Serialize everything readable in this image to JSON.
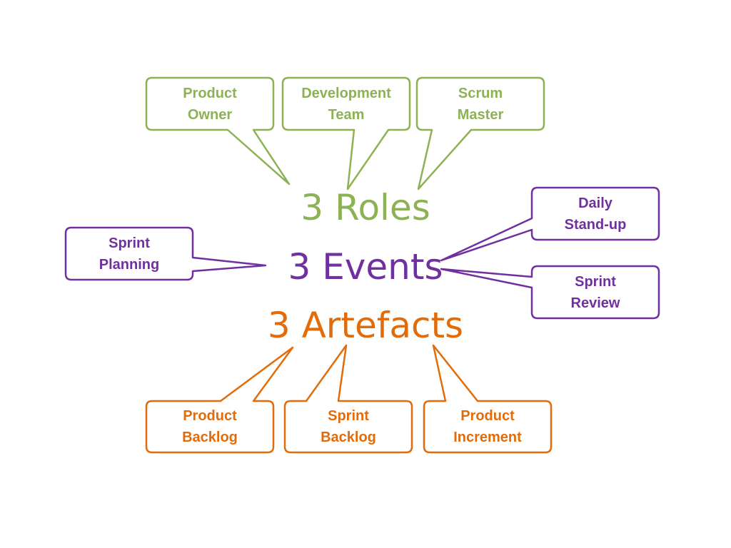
{
  "colors": {
    "roles": "#8DB255",
    "events": "#7030A0",
    "artefacts": "#E36C0A",
    "background": "#ffffff"
  },
  "titles": {
    "roles": "3 Roles",
    "events": "3 Events",
    "artefacts": "3 Artefacts"
  },
  "roles": {
    "product_owner": {
      "line1": "Product",
      "line2": "Owner"
    },
    "development_team": {
      "line1": "Development",
      "line2": "Team"
    },
    "scrum_master": {
      "line1": "Scrum",
      "line2": "Master"
    }
  },
  "events": {
    "sprint_planning": {
      "line1": "Sprint",
      "line2": "Planning"
    },
    "daily_standup": {
      "line1": "Daily",
      "line2": "Stand-up"
    },
    "sprint_review": {
      "line1": "Sprint",
      "line2": "Review"
    }
  },
  "artefacts": {
    "product_backlog": {
      "line1": "Product",
      "line2": "Backlog"
    },
    "sprint_backlog": {
      "line1": "Sprint",
      "line2": "Backlog"
    },
    "product_increment": {
      "line1": "Product",
      "line2": "Increment"
    }
  }
}
